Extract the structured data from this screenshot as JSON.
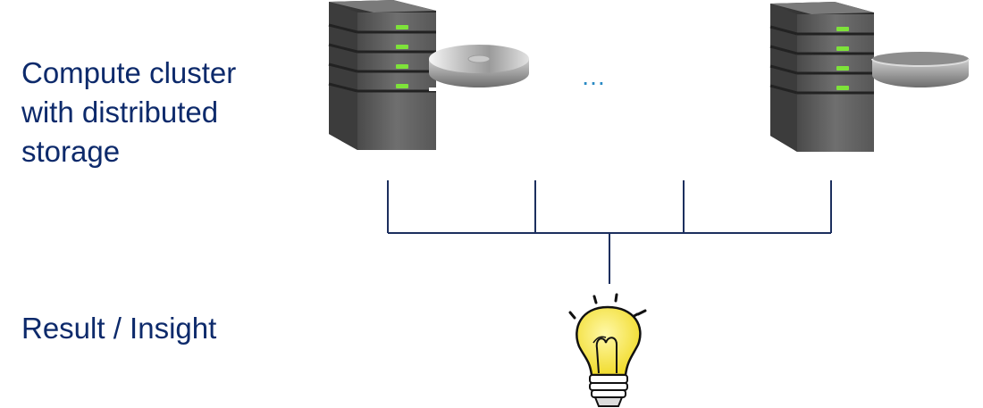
{
  "labels": {
    "compute_line1": "Compute cluster",
    "compute_line2": "with distributed",
    "compute_line3": "storage",
    "result": "Result / Insight",
    "ellipsis": "…"
  },
  "icons": {
    "left_server": "server-tower-icon",
    "left_disk": "disk-platter-icon",
    "right_server": "server-tower-icon",
    "right_disk": "disk-platter-icon",
    "result": "lightbulb-icon"
  },
  "colors": {
    "text": "#0d2a6b",
    "ellipsis": "#2a8ac4",
    "server_body": "#5e5e5e",
    "led": "#7ee23a",
    "connector": "#1c2f5e",
    "bulb": "#f4e64a"
  }
}
